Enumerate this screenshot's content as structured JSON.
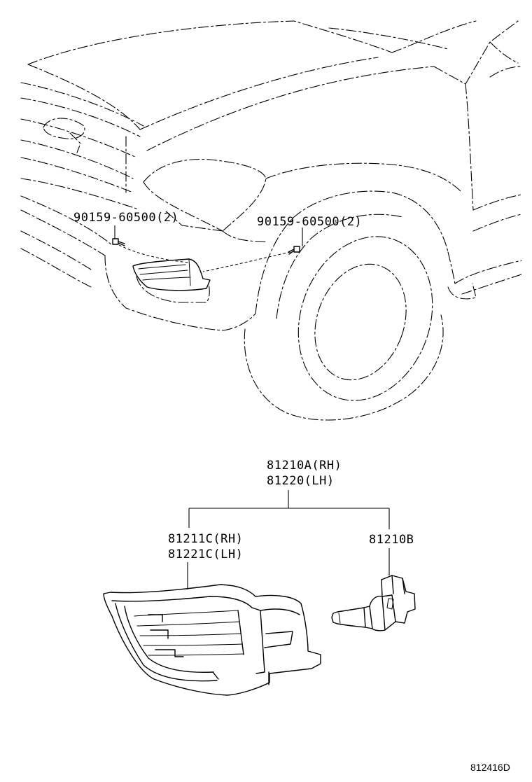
{
  "labels": {
    "bolt_left": "90159-60500(2)",
    "bolt_right": "90159-60500(2)",
    "assembly_rh": "81210A(RH)",
    "assembly_lh": "81220(LH)",
    "housing_rh": "81211C(RH)",
    "housing_lh": "81221C(LH)",
    "bulb": "81210B",
    "figure_ref": "812416D"
  }
}
